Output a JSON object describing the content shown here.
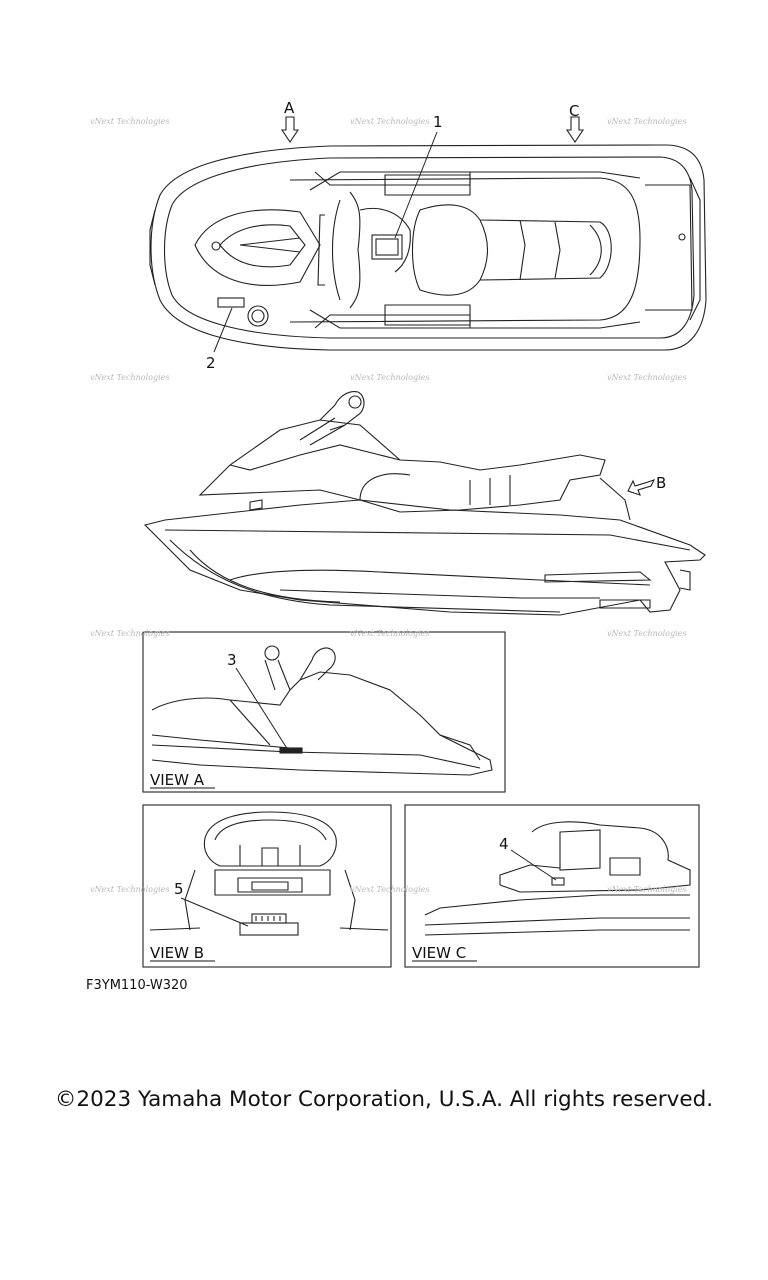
{
  "diagram": {
    "part_code": "F3YM110-W320",
    "view_markers": [
      "A",
      "B",
      "C"
    ],
    "callouts": [
      "1",
      "2",
      "3",
      "4",
      "5"
    ],
    "views": [
      {
        "label": "VIEW A"
      },
      {
        "label": "VIEW B"
      },
      {
        "label": "VIEW C"
      }
    ],
    "watermark_text": "vNext Technologies"
  },
  "footer": {
    "copyright": "©2023 Yamaha Motor Corporation, U.S.A. All rights reserved."
  }
}
